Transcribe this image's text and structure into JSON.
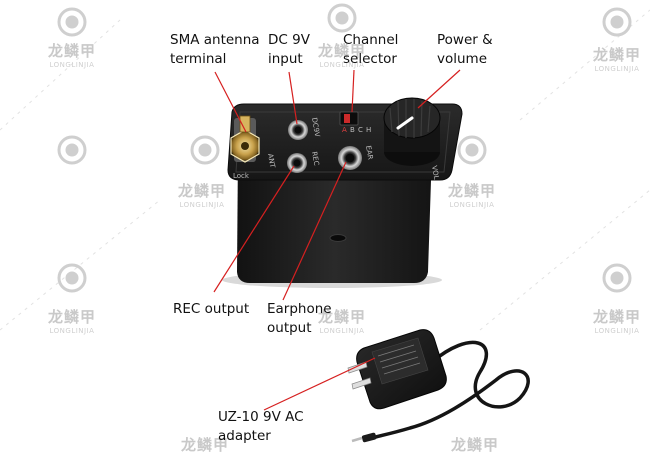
{
  "callouts": {
    "sma": [
      "SMA antenna",
      "terminal"
    ],
    "dc": [
      "DC 9V",
      "input"
    ],
    "channel": [
      "Channel",
      "selector"
    ],
    "power": [
      "Power &",
      "volume"
    ],
    "rec": [
      "REC output"
    ],
    "earphone": [
      "Earphone",
      "output"
    ],
    "adapter": [
      "UZ-10 9V AC",
      "adapter"
    ]
  },
  "panel_markings": {
    "ant": "ANT",
    "lock": "Lock",
    "dc9v": "DC9V",
    "rec": "REC",
    "ear": "EAR",
    "channel_letters": [
      "A",
      "B",
      "C",
      "H"
    ],
    "vol": "VOL"
  },
  "watermark": {
    "cn": "龙鳞甲",
    "en": "LONGLINJIA"
  },
  "colors": {
    "leader_line": "#d62020",
    "device_body": "#1c1c1c",
    "watermark": "#c9c9c9"
  }
}
